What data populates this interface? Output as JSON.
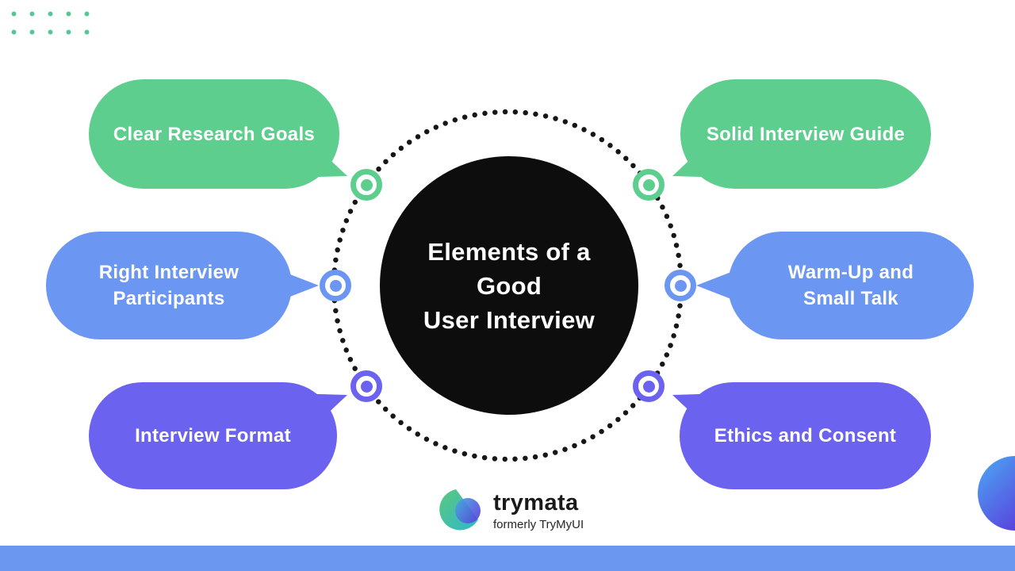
{
  "title": "Elements of a Good User Interview",
  "center_circle": {
    "lines": [
      "Elements of a",
      "Good",
      "User Interview"
    ],
    "background": "#0D0D0D",
    "text_color": "#FFFFFF"
  },
  "bubbles": [
    {
      "label": "Clear Research Goals",
      "color": "#5ECE8F",
      "position": "top-left"
    },
    {
      "label": "Solid Interview Guide",
      "color": "#5ECE8F",
      "position": "top-right"
    },
    {
      "label": "Right Interview Participants",
      "color": "#6B96F2",
      "position": "middle-left"
    },
    {
      "label": "Warm-Up and Small Talk",
      "color": "#6B96F2",
      "position": "middle-right"
    },
    {
      "label": "Interview Format",
      "color": "#6B62F0",
      "position": "bottom-left"
    },
    {
      "label": "Ethics and Consent",
      "color": "#6B62F0",
      "position": "bottom-right"
    }
  ],
  "connectors": [
    {
      "icon": "bullseye-icon",
      "color": "#5ECE8F",
      "position": "top-left"
    },
    {
      "icon": "bullseye-icon",
      "color": "#5ECE8F",
      "position": "top-right"
    },
    {
      "icon": "bullseye-icon",
      "color": "#6B96F2",
      "position": "middle-left"
    },
    {
      "icon": "bullseye-icon",
      "color": "#6B96F2",
      "position": "middle-right"
    },
    {
      "icon": "bullseye-icon",
      "color": "#6B62F0",
      "position": "bottom-left"
    },
    {
      "icon": "bullseye-icon",
      "color": "#6B62F0",
      "position": "bottom-right"
    }
  ],
  "logo": {
    "name": "trymata",
    "tagline": "formerly TryMyUI",
    "mark": "leaf-mark-icon",
    "mark_colors": [
      "#5BC77E",
      "#2FB9C9",
      "#47A3E0",
      "#5A3BDB"
    ]
  },
  "decor": {
    "dot_grid": {
      "color": "#57C695",
      "rows": 2,
      "cols": 5
    },
    "dotted_ring_color": "#161616",
    "bottom_bar_color": "#6B97F0",
    "corner_circle_colors": [
      "#4E95F0",
      "#5B2FD8"
    ]
  }
}
